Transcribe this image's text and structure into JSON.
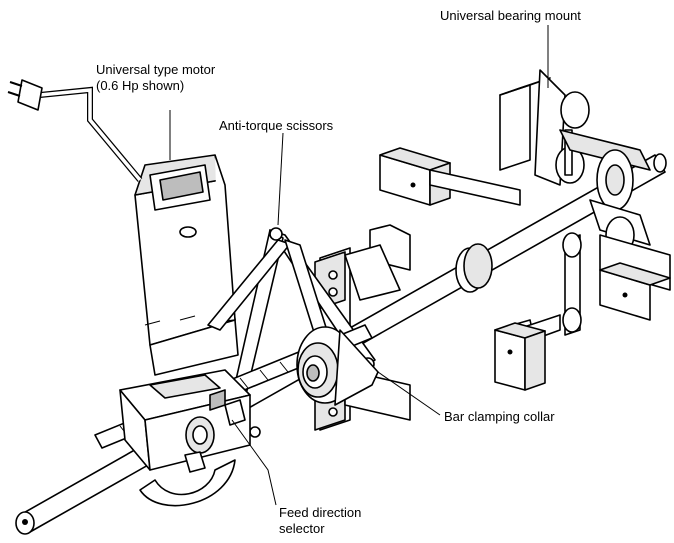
{
  "labels": {
    "universal_bearing_mount": "Universal bearing mount",
    "motor_line1": "Universal type motor",
    "motor_line2": "(0.6 Hp  shown)",
    "anti_torque_scissors": "Anti-torque scissors",
    "bar_clamping_collar": "Bar clamping collar",
    "feed_line1": "Feed direction",
    "feed_line2": "selector"
  }
}
